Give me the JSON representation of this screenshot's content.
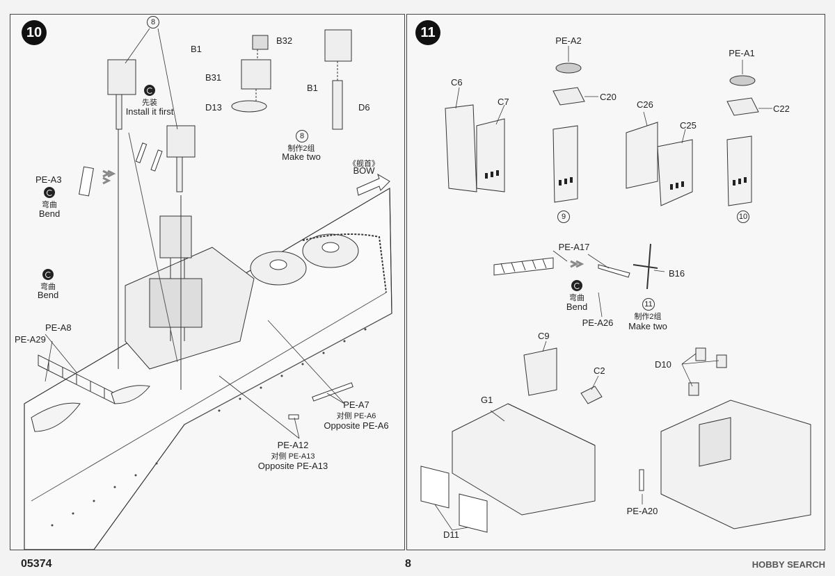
{
  "page": {
    "code": "05374",
    "number": "8",
    "watermark": "HOBBY SEARCH"
  },
  "step10": {
    "number": "10",
    "make_circle": "8",
    "make_cn": "制作2组",
    "make_en": "Make two",
    "install_cn": "先装",
    "install_en": "Install it first",
    "bow_cn": "《舰首》",
    "bow_en": "BOW",
    "bend_cn": "弯曲",
    "bend_en": "Bend",
    "parts": {
      "b1a": "B1",
      "b32": "B32",
      "b31": "B31",
      "b1b": "B1",
      "d13": "D13",
      "d6": "D6",
      "pea3": "PE-A3",
      "pea8": "PE-A8",
      "pea29": "PE-A29",
      "pea7": "PE-A7",
      "pea12": "PE-A12"
    },
    "pea7_cn": "对侧 PE-A6",
    "pea7_en": "Opposite  PE-A6",
    "pea12_cn": "对侧 PE-A13",
    "pea12_en": "Opposite  PE-A13"
  },
  "step11": {
    "number": "11",
    "parts": {
      "c6": "C6",
      "c7": "C7",
      "pea2": "PE-A2",
      "c20": "C20",
      "c26": "C26",
      "c25": "C25",
      "pea1": "PE-A1",
      "c22": "C22",
      "pea17": "PE-A17",
      "b16": "B16",
      "pea26": "PE-A26",
      "c9": "C9",
      "c2": "C2",
      "g1": "G1",
      "d10": "D10",
      "d11": "D11",
      "pea20": "PE-A20"
    },
    "sub9": "9",
    "sub10": "10",
    "sub11": "11",
    "bend_cn": "弯曲",
    "bend_en": "Bend",
    "make_cn": "制作2组",
    "make_en": "Make two"
  }
}
